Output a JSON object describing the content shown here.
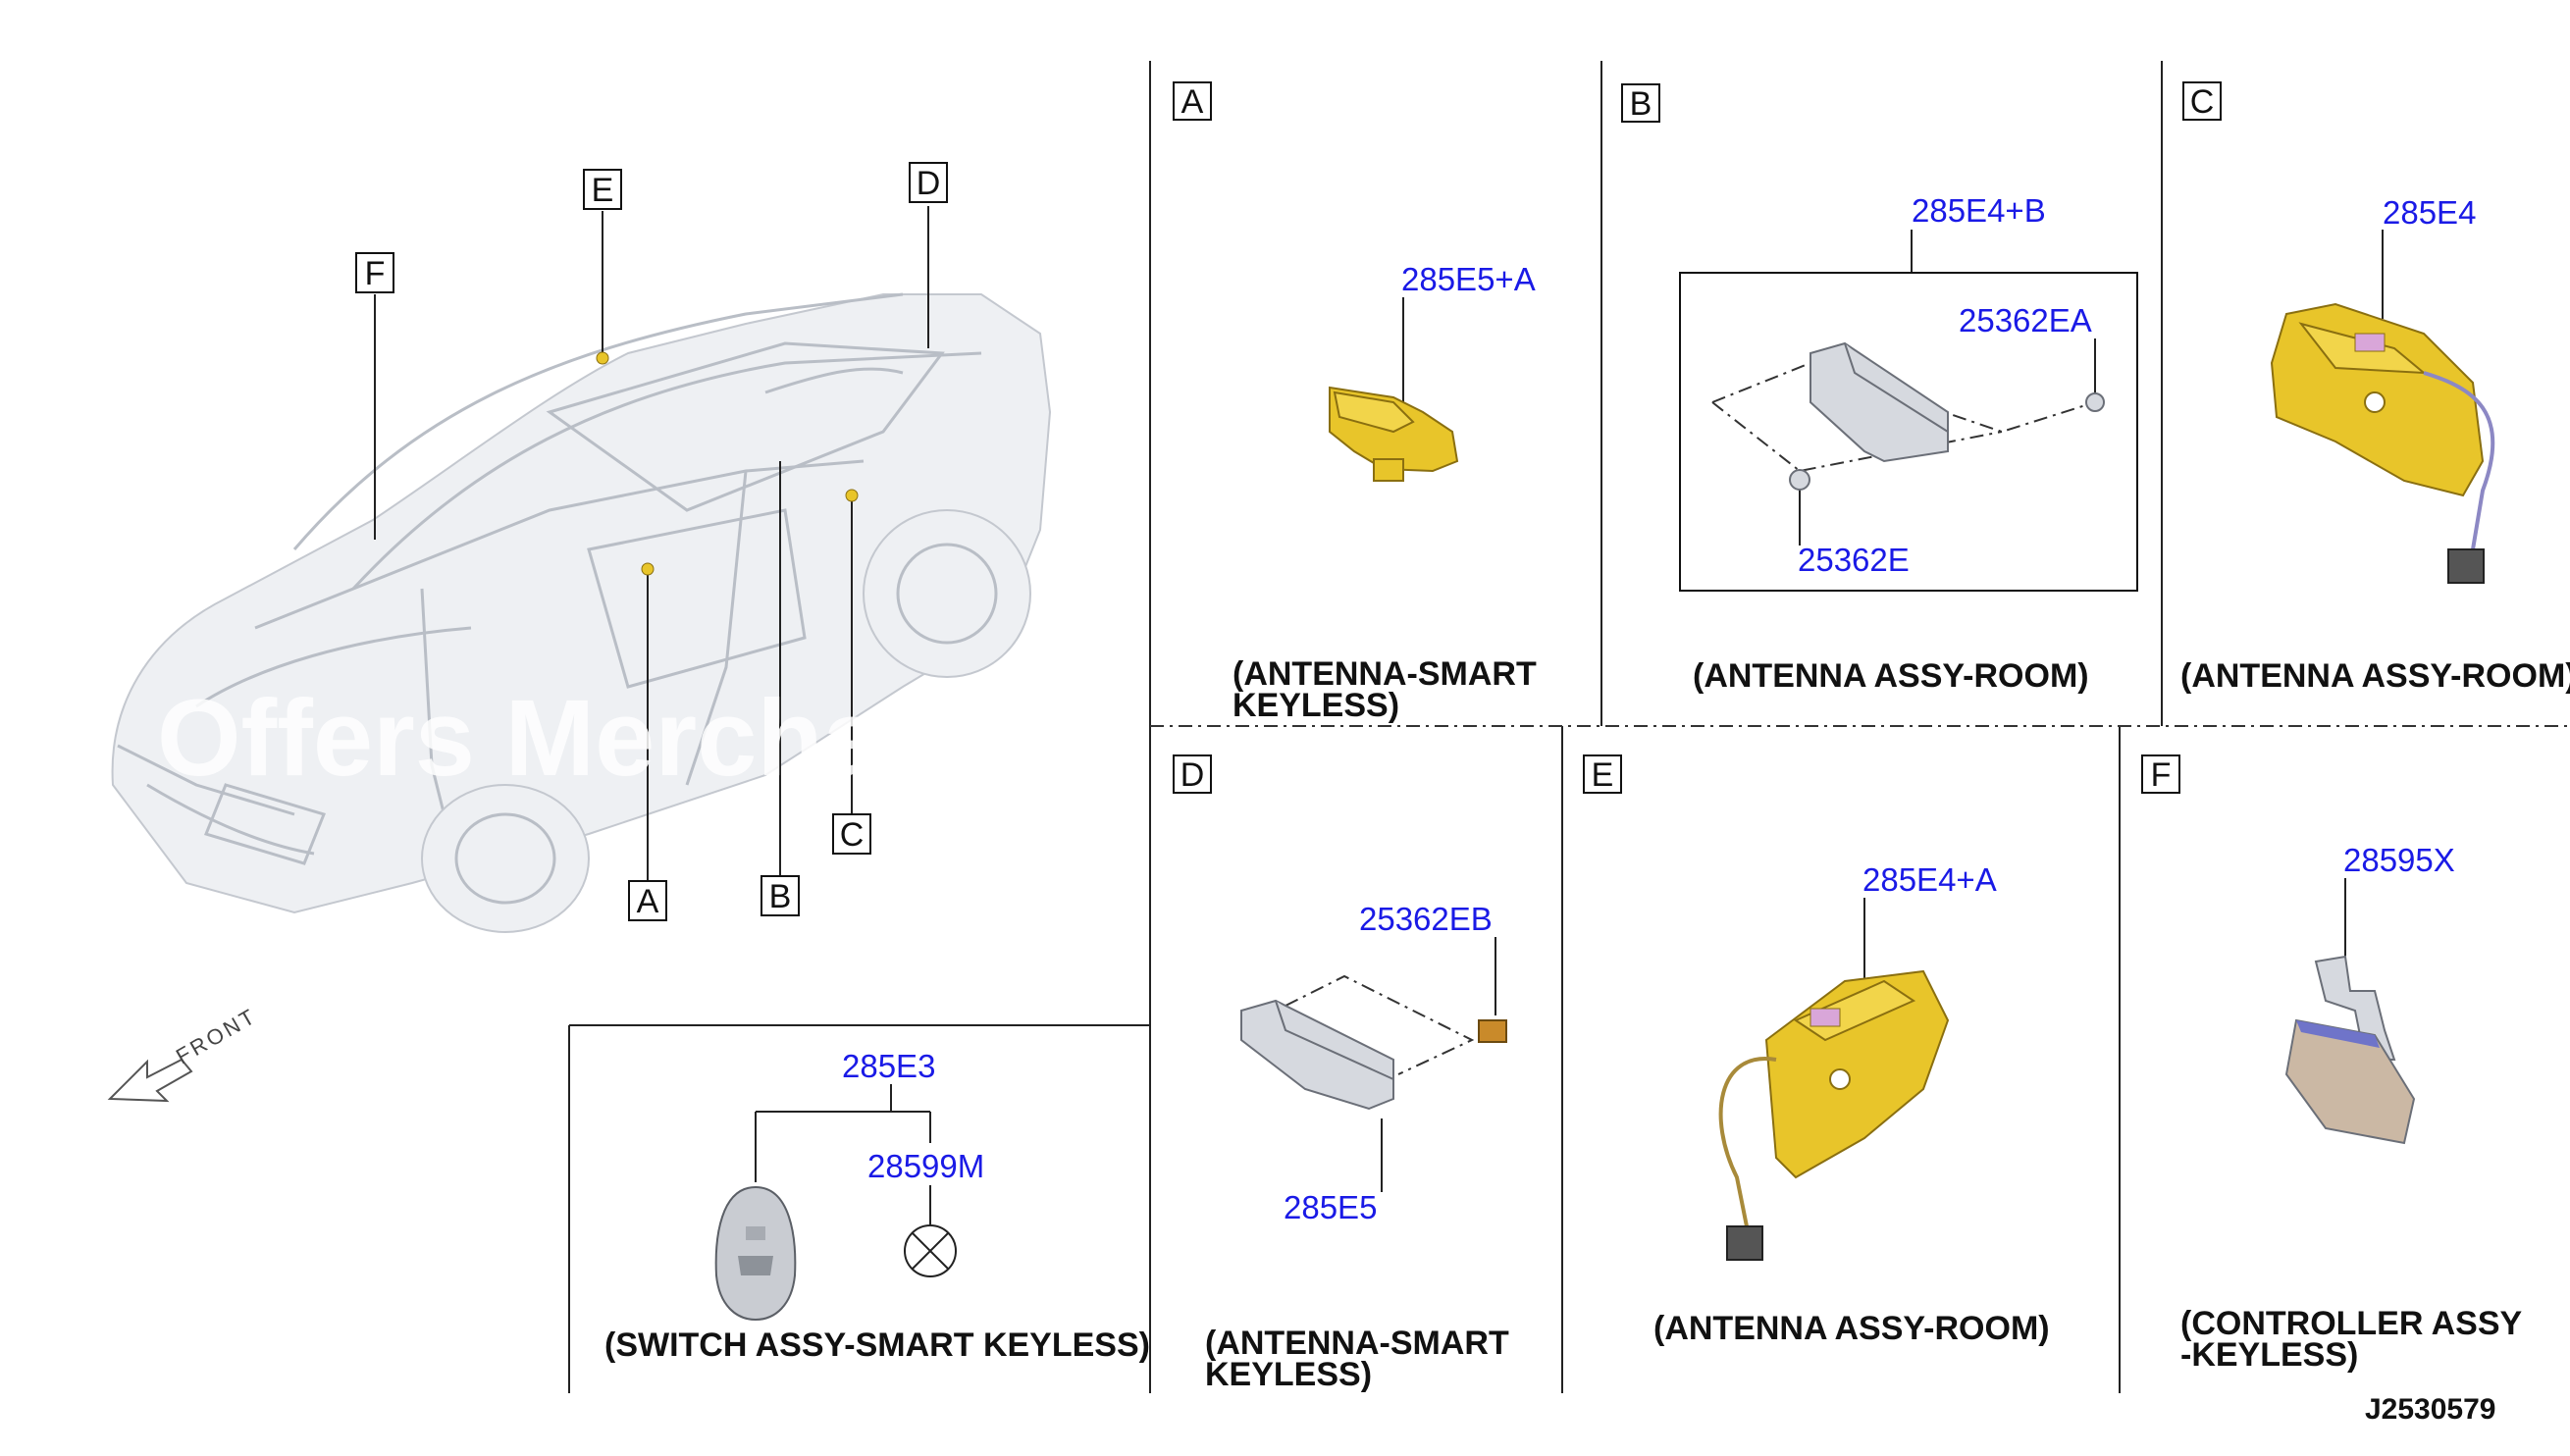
{
  "diagram": {
    "car_callouts": [
      "A",
      "B",
      "C",
      "D",
      "E",
      "F"
    ],
    "front_label": "FRONT",
    "watermark": "Offers Merchan",
    "figure_number": "J2530579",
    "panels": {
      "A": {
        "letter": "A",
        "parts": [
          "285E5+A"
        ],
        "caption_lines": [
          "(ANTENNA-SMART",
          "KEYLESS)"
        ]
      },
      "B": {
        "letter": "B",
        "parts": [
          "285E4+B",
          "25362EA",
          "25362E"
        ],
        "caption_lines": [
          "(ANTENNA ASSY-ROOM)"
        ]
      },
      "C": {
        "letter": "C",
        "parts": [
          "285E4"
        ],
        "caption_lines": [
          "(ANTENNA ASSY-ROOM)"
        ]
      },
      "D": {
        "letter": "D",
        "parts": [
          "25362EB",
          "285E5"
        ],
        "caption_lines": [
          "(ANTENNA-SMART",
          "KEYLESS)"
        ]
      },
      "E": {
        "letter": "E",
        "parts": [
          "285E4+A"
        ],
        "caption_lines": [
          "(ANTENNA ASSY-ROOM)"
        ]
      },
      "F": {
        "letter": "F",
        "parts": [
          "28595X"
        ],
        "caption_lines": [
          "(CONTROLLER ASSY",
          "-KEYLESS)"
        ]
      },
      "switch": {
        "parts": [
          "285E3",
          "28599M"
        ],
        "caption_lines": [
          "(SWITCH ASSY-SMART KEYLESS)"
        ]
      }
    },
    "colors": {
      "part_number": "#1a1ae6",
      "antenna_body": "#e8c52a",
      "bracket": "#d6d9df"
    }
  }
}
